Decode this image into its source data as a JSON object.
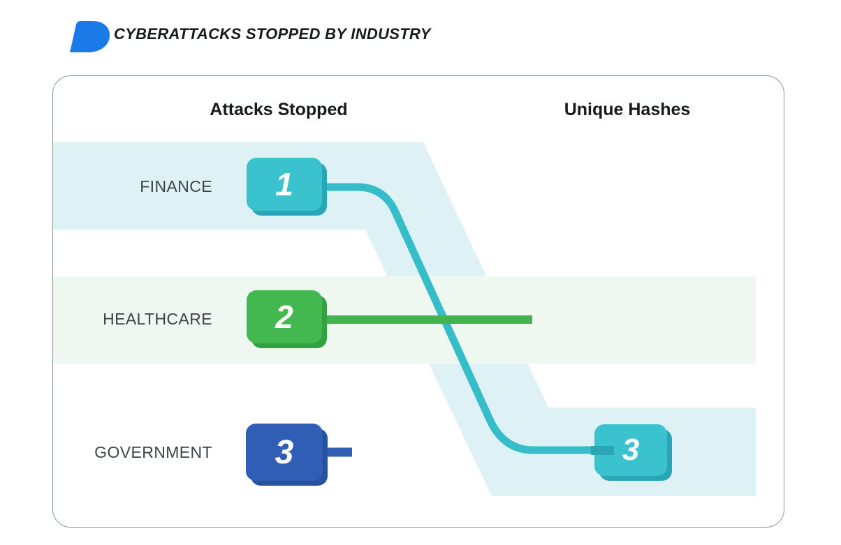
{
  "title": {
    "text": "CYBERATTACKS STOPPED BY INDUSTRY"
  },
  "logo": {
    "color": "#1c79e8"
  },
  "card": {
    "columns": [
      {
        "label": "Attacks Stopped"
      },
      {
        "label": "Unique Hashes"
      }
    ],
    "rows": [
      {
        "label": "FINANCE",
        "badge": "1",
        "badge_color": "#3ac2ce",
        "band_color": "#def2f6"
      },
      {
        "label": "HEALTHCARE",
        "badge": "2",
        "badge_color": "#43b84f",
        "band_color": "#eef7f0"
      },
      {
        "label": "GOVERNMENT",
        "badge": "3",
        "badge_color": "#2f5eb4",
        "band_color": "none"
      }
    ],
    "unique_hashes_badges": [
      {
        "row_position": "GOVERNMENT",
        "badge": "3",
        "badge_color": "#3ac2ce"
      }
    ]
  },
  "chart_data": {
    "type": "flow",
    "title": "CYBERATTACKS STOPPED BY INDUSTRY",
    "columns": [
      "Attacks Stopped",
      "Unique Hashes"
    ],
    "categories": [
      "FINANCE",
      "HEALTHCARE",
      "GOVERNMENT"
    ],
    "attacks_stopped": [
      1,
      2,
      3
    ],
    "unique_hashes": [
      {
        "row_position": "GOVERNMENT",
        "value": 3
      }
    ],
    "links": [
      {
        "from_row": "FINANCE",
        "from_value": 1,
        "to_column": "Unique Hashes",
        "to_row_position": "GOVERNMENT",
        "to_value": 3,
        "style": "curved-diagonal-with-ribbon",
        "line_color": "#36bdca",
        "ribbon_color": "#def2f6"
      },
      {
        "from_row": "HEALTHCARE",
        "from_value": 2,
        "to_column": null,
        "style": "horizontal-truncated",
        "line_color": "#43b44d",
        "ribbon_color": "#eef7f0"
      },
      {
        "from_row": "GOVERNMENT",
        "from_value": 3,
        "to_column": null,
        "style": "short-stub",
        "line_color": "#2f5eb4",
        "ribbon_color": "none"
      }
    ],
    "layout_hints": {
      "legend": "none",
      "grid": "off",
      "node_shape": "rounded-square-3d"
    },
    "colors": {
      "teal_badge": "#3ac2ce",
      "teal_badge_shadow": "#2aa6b5",
      "green_badge": "#43b84f",
      "green_badge_shadow": "#33a041",
      "blue_badge": "#2f5eb4",
      "blue_badge_shadow": "#27509d",
      "cyan_band": "#def2f6",
      "green_band": "#eef7f0",
      "logo_blue": "#1c79e8",
      "card_border": "#8f969b"
    }
  }
}
